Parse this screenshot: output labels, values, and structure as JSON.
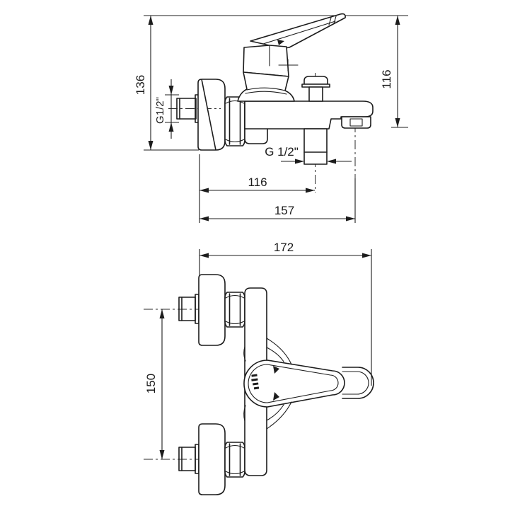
{
  "drawing": {
    "title": "bath-mixer-faucet-technical-drawing",
    "side_view": {
      "dims": {
        "overall_height": "136",
        "inlet_thread": "G1/2\"",
        "body_height": "116",
        "outlet_thread": "G 1/2\"",
        "wall_to_outlet": "116",
        "wall_to_spout_end": "157"
      }
    },
    "front_view": {
      "dims": {
        "overall_width": "172",
        "inlet_spacing": "150"
      }
    },
    "colors": {
      "line": "#1c1c1c",
      "background": "#ffffff"
    }
  }
}
